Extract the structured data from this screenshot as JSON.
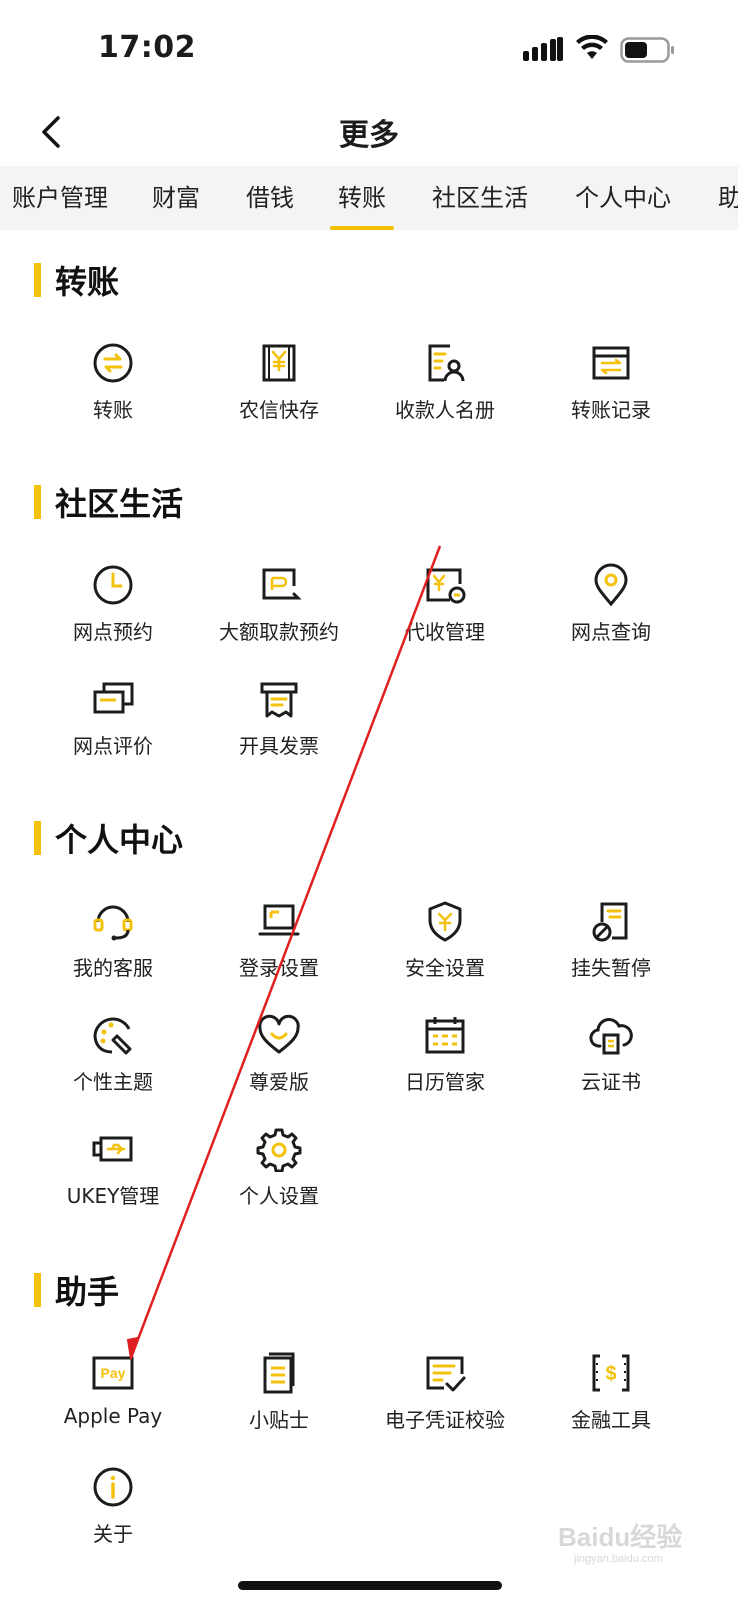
{
  "status_bar": {
    "time": "17:02"
  },
  "nav": {
    "title": "更多"
  },
  "tabs": [
    {
      "label": "账户管理"
    },
    {
      "label": "财富"
    },
    {
      "label": "借钱"
    },
    {
      "label": "转账",
      "active": true
    },
    {
      "label": "社区生活"
    },
    {
      "label": "个人中心"
    },
    {
      "label": "助"
    }
  ],
  "sections": [
    {
      "title": "转账",
      "items": [
        {
          "label": "转账",
          "icon": "transfer-icon"
        },
        {
          "label": "农信快存",
          "icon": "quick-deposit-icon"
        },
        {
          "label": "收款人名册",
          "icon": "payee-list-icon"
        },
        {
          "label": "转账记录",
          "icon": "transfer-record-icon"
        }
      ]
    },
    {
      "title": "社区生活",
      "items": [
        {
          "label": "网点预约",
          "icon": "clock-icon"
        },
        {
          "label": "大额取款预约",
          "icon": "withdrawal-icon"
        },
        {
          "label": "代收管理",
          "icon": "collection-icon"
        },
        {
          "label": "网点查询",
          "icon": "location-pin-icon"
        },
        {
          "label": "网点评价",
          "icon": "cards-icon"
        },
        {
          "label": "开具发票",
          "icon": "invoice-icon"
        }
      ]
    },
    {
      "title": "个人中心",
      "items": [
        {
          "label": "我的客服",
          "icon": "headset-icon"
        },
        {
          "label": "登录设置",
          "icon": "laptop-icon"
        },
        {
          "label": "安全设置",
          "icon": "shield-icon"
        },
        {
          "label": "挂失暂停",
          "icon": "report-loss-icon"
        },
        {
          "label": "个性主题",
          "icon": "palette-icon"
        },
        {
          "label": "尊爱版",
          "icon": "heart-icon"
        },
        {
          "label": "日历管家",
          "icon": "calendar-icon"
        },
        {
          "label": "云证书",
          "icon": "cloud-cert-icon"
        },
        {
          "label": "UKEY管理",
          "icon": "usb-key-icon"
        },
        {
          "label": "个人设置",
          "icon": "gear-icon"
        }
      ]
    },
    {
      "title": "助手",
      "items": [
        {
          "label": "Apple Pay",
          "icon": "apple-pay-icon"
        },
        {
          "label": "小贴士",
          "icon": "tips-icon"
        },
        {
          "label": "电子凭证校验",
          "icon": "verify-icon"
        },
        {
          "label": "金融工具",
          "icon": "finance-tools-icon"
        },
        {
          "label": "关于",
          "icon": "info-icon"
        }
      ]
    }
  ],
  "watermark": {
    "text": "Baidu经验",
    "subtext": "jingyan.baidu.com"
  },
  "colors": {
    "accent": "#f4c20d",
    "icon_stroke": "#1c1c1c",
    "arrow": "#e02020",
    "tabs_bg": "#f4f4f4"
  }
}
